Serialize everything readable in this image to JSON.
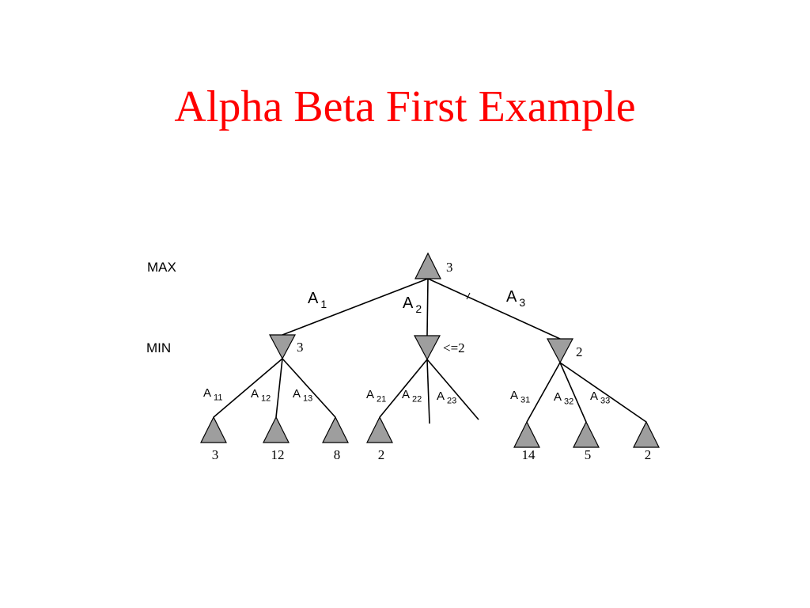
{
  "title": "Alpha Beta First Example",
  "colors": {
    "title": "#ff0000",
    "node_fill": "#9e9e9e",
    "line": "#000000",
    "text": "#000000"
  },
  "levels": {
    "max": "MAX",
    "min": "MIN"
  },
  "tree": {
    "root": {
      "value": "3"
    },
    "branches": [
      {
        "label": "A",
        "sub": "1",
        "value": "3",
        "leaves": [
          {
            "label": "A",
            "sub": "11",
            "value": "3"
          },
          {
            "label": "A",
            "sub": "12",
            "value": "12"
          },
          {
            "label": "A",
            "sub": "13",
            "value": "8"
          }
        ]
      },
      {
        "label": "A",
        "sub": "2",
        "value": "<=2",
        "leaves": [
          {
            "label": "A",
            "sub": "21",
            "value": "2"
          },
          {
            "label": "A",
            "sub": "22",
            "value": ""
          },
          {
            "label": "A",
            "sub": "23",
            "value": ""
          }
        ]
      },
      {
        "label": "A",
        "sub": "3",
        "value": "2",
        "leaves": [
          {
            "label": "A",
            "sub": "31",
            "value": "14"
          },
          {
            "label": "A",
            "sub": "32",
            "value": "5"
          },
          {
            "label": "A",
            "sub": "33",
            "value": "2"
          }
        ]
      }
    ]
  }
}
